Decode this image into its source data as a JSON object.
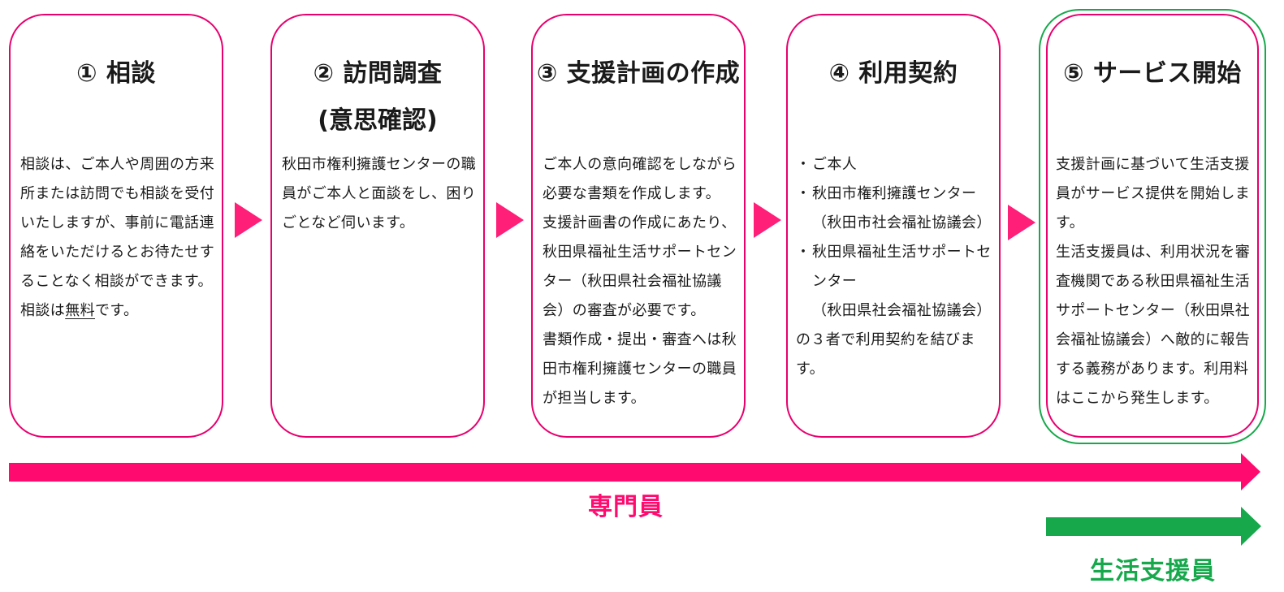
{
  "colors": {
    "accent": "#ff0a6e",
    "accent_border": "#e8006e",
    "green": "#17a84c"
  },
  "steps": [
    {
      "title": "① 相談",
      "body": [
        {
          "text": "相談は、ご本人や周囲の方来所または訪問でも相談を受付いたしますが、事前に電話連絡をいただけるとお待たせすることなく相談ができます。"
        },
        {
          "prefix": "相談は",
          "emphasis": "無料",
          "suffix": "です。"
        }
      ]
    },
    {
      "title": "② 訪問調査",
      "title_line2": "(意思確認)",
      "body": [
        {
          "text": "秋田市権利擁護センターの職員がご本人と面談をし、困りごとなど伺います。"
        }
      ]
    },
    {
      "title": "③ 支援計画の作成",
      "body": [
        {
          "text": "ご本人の意向確認をしながら必要な書類を作成します。"
        },
        {
          "text": "支援計画書の作成にあたり、秋田県福祉生活サポートセンター（秋田県社会福祉協議会）の審査が必要です。"
        },
        {
          "text": "書類作成・提出・審査へは秋田市権利擁護センターの職員が担当します。"
        }
      ]
    },
    {
      "title": "④ 利用契約",
      "bullet": "・",
      "parties": [
        {
          "name": "ご本人"
        },
        {
          "name": "秋田市権利擁護センター",
          "sub": "（秋田市社会福祉協議会）"
        },
        {
          "name": "秋田県福祉生活サポートセンター",
          "sub": "（秋田県社会福祉協議会）"
        }
      ],
      "closing": "の３者で利用契約を結びます。"
    },
    {
      "title": "⑤ サービス開始",
      "body": [
        {
          "text": "支援計画に基づいて生活支援員がサービス提供を開始します。"
        },
        {
          "text": "生活支援員は、利用状況を審査機関である秋田県福祉生活サポートセンター（秋田県社会福祉協議会）へ敵的に報告する義務があります。利用料はここから発生します。"
        }
      ]
    }
  ],
  "bars": [
    {
      "label": "専門員"
    },
    {
      "label": "生活支援員"
    }
  ]
}
